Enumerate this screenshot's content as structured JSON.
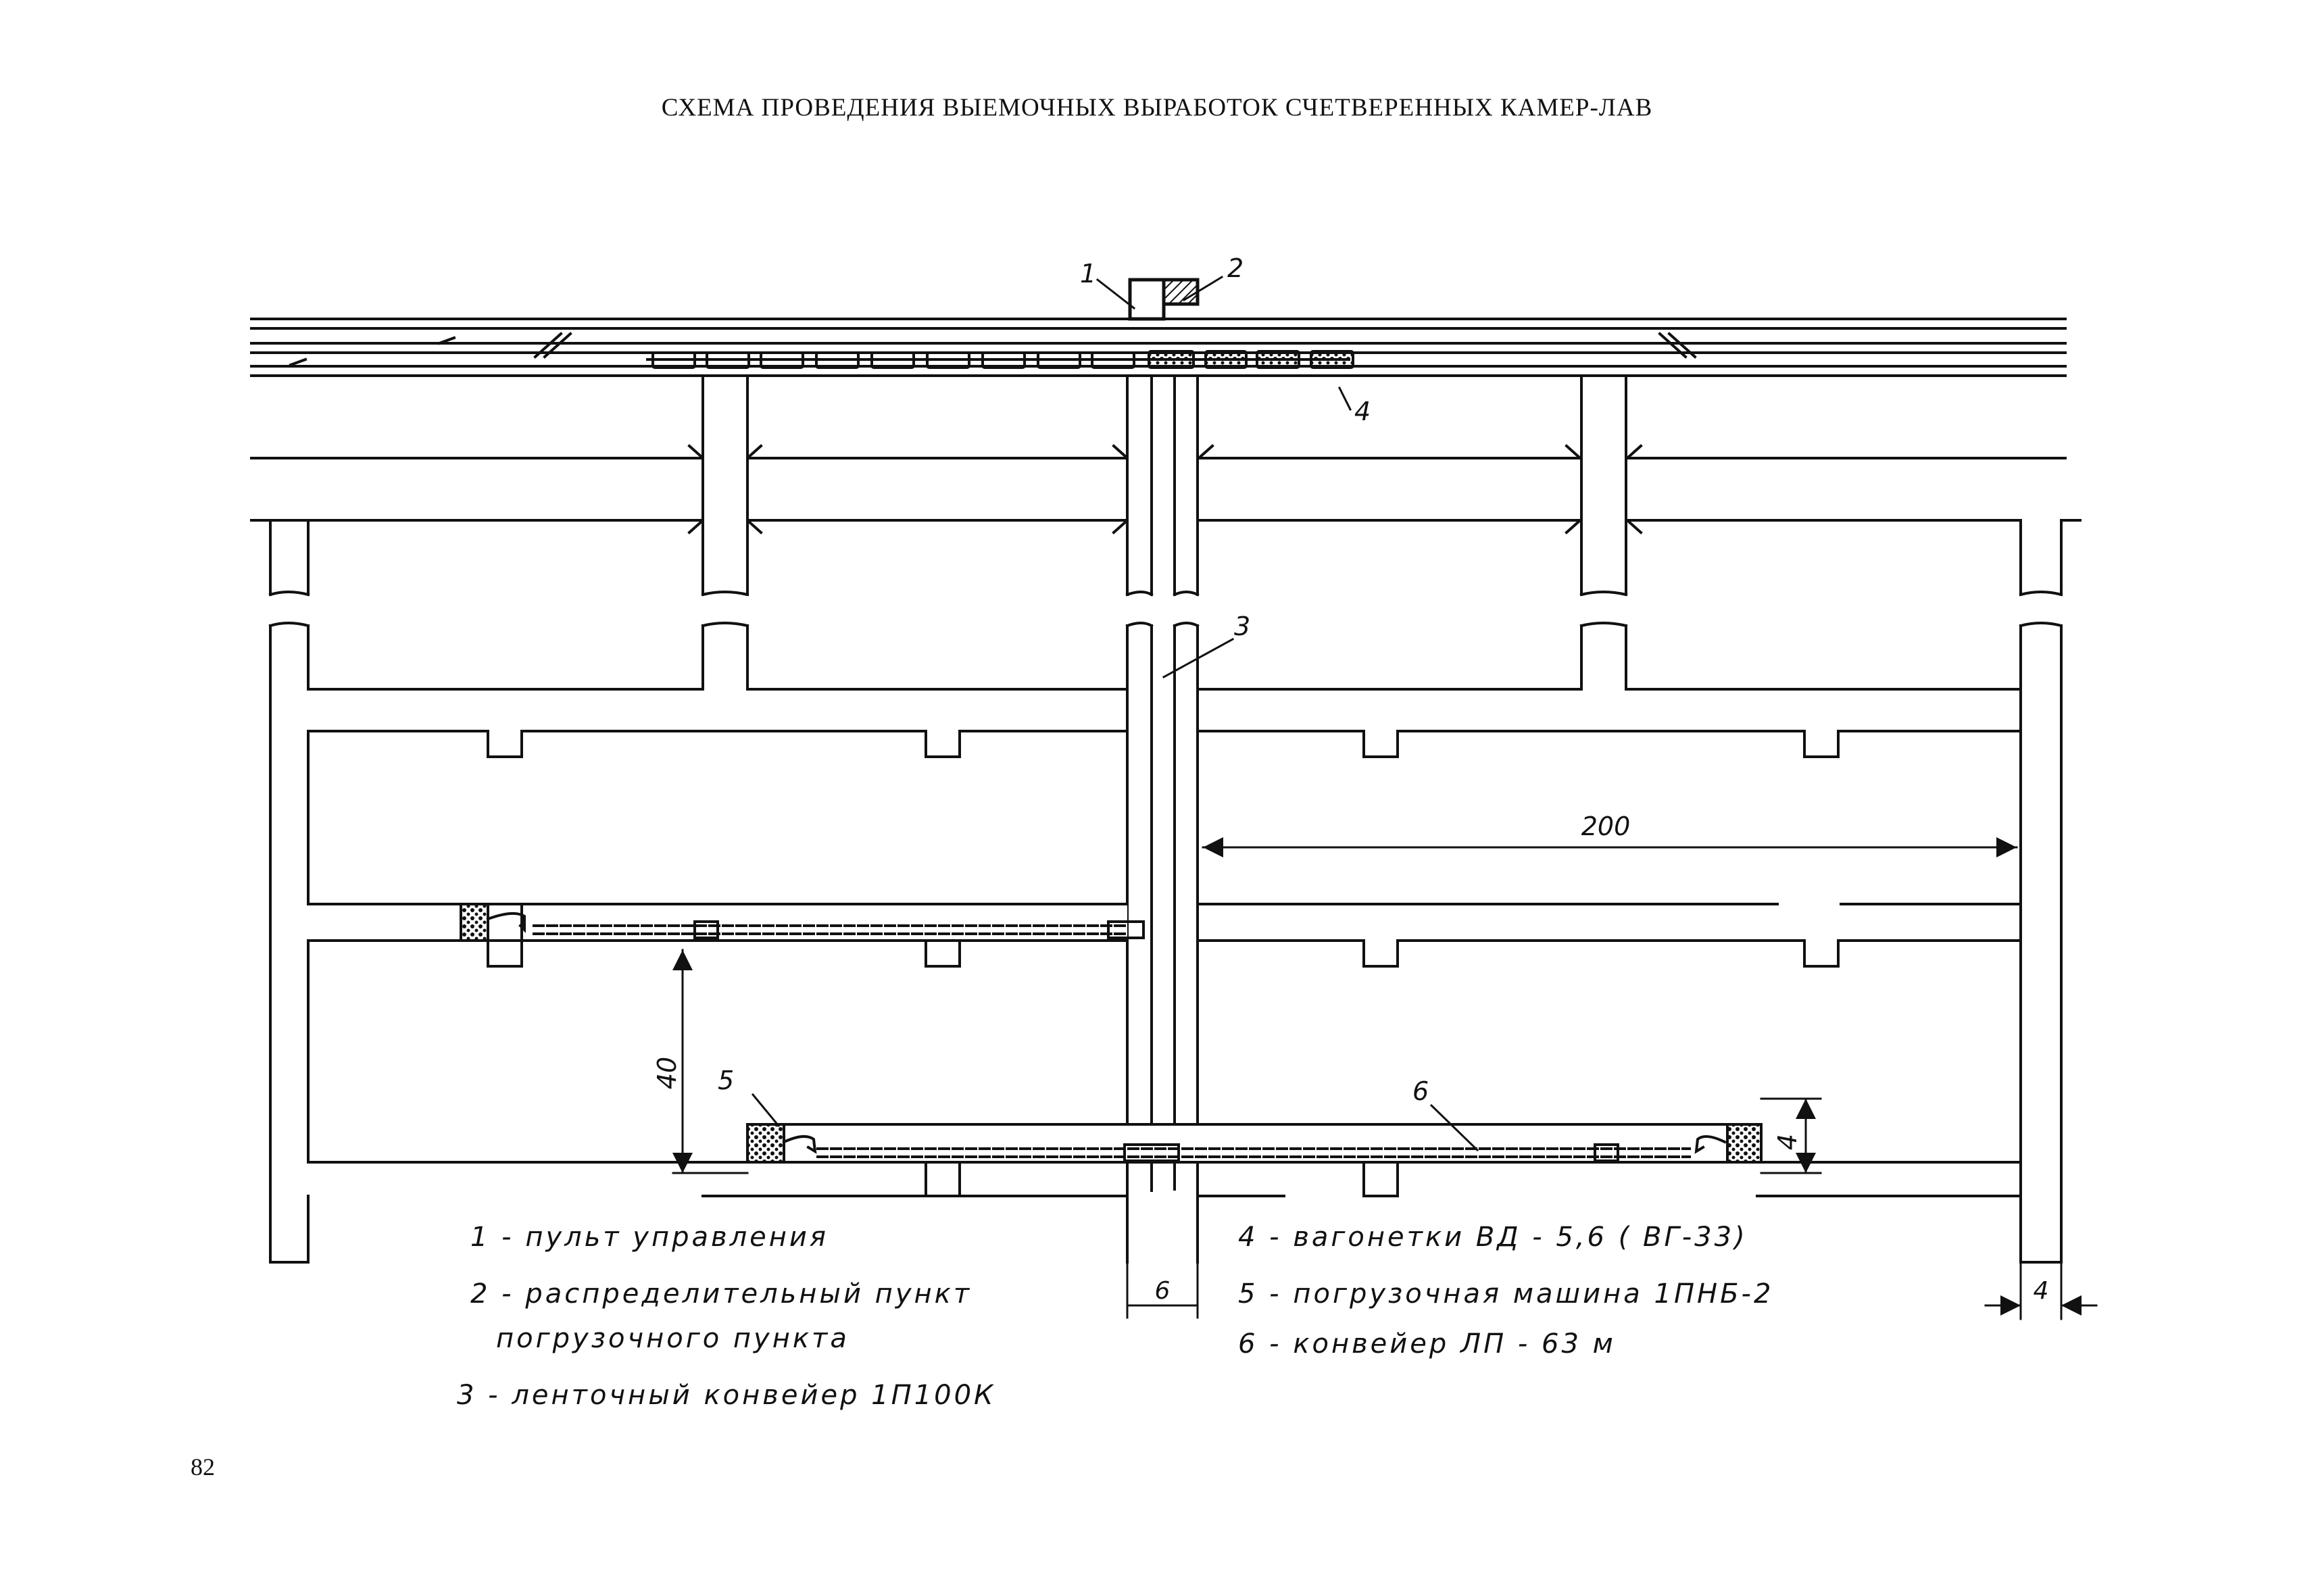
{
  "title": "СХЕМА ПРОВЕДЕНИЯ ВЫЕМОЧНЫХ ВЫРАБОТОК СЧЕТВЕРЕННЫХ КАМЕР-ЛАВ",
  "page_number": "82",
  "callouts": {
    "c1": "1",
    "c2": "2",
    "c3": "3",
    "c4": "4",
    "c5": "5",
    "c6": "6"
  },
  "dimensions": {
    "span_200": "200",
    "spacing_40": "40",
    "face_width_4": "4",
    "pillar_6": "6",
    "pillar_4": "4"
  },
  "legend": {
    "l1": "1 - пульт управления",
    "l2": "2 - распределительный пункт",
    "l2b": "погрузочного пункта",
    "l3": "3 - ленточный конвейер 1П100К",
    "l4": "4 - вагонетки ВД - 5,6 ( ВГ-33)",
    "l5": "5 - погрузочная машина 1ПНБ-2",
    "l6": "6 - конвейер ЛП - 63 м"
  },
  "colors": {
    "ink": "#111111",
    "paper": "#ffffff"
  }
}
